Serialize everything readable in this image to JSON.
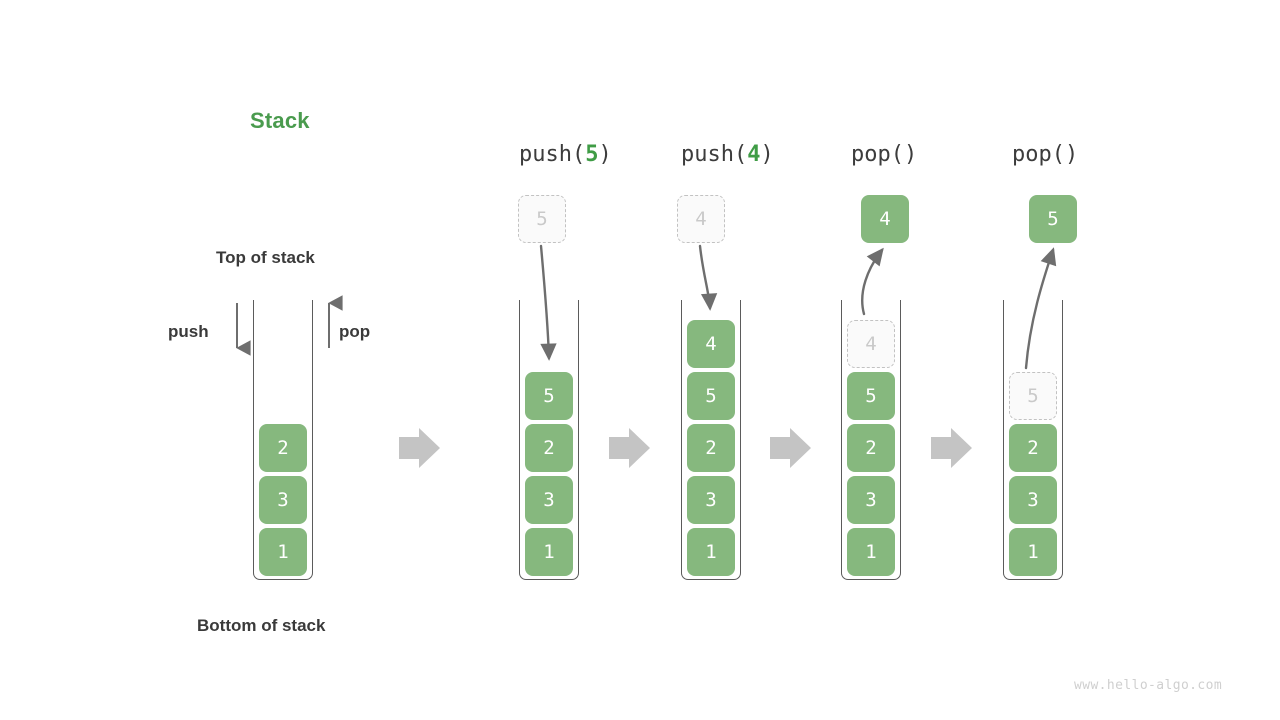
{
  "title": "Stack",
  "labels": {
    "top_of_stack": "Top of stack",
    "bottom_of_stack": "Bottom of stack",
    "push": "push",
    "pop": "pop"
  },
  "watermark": "www.hello-algo.com",
  "colors": {
    "accent_green": "#4a9b4e",
    "cell_green": "#86b87e",
    "cell_text": "#ffffff",
    "ghost_border": "#c2c2c2",
    "ghost_text": "#c9c9c9",
    "container_stroke": "#5b5b5b",
    "arrow_gray": "#6e6e6e",
    "transition_arrow": "#c4c4c4",
    "label_text": "#3a3a3a"
  },
  "operations": [
    {
      "prefix": "push(",
      "arg": "5",
      "suffix": ")"
    },
    {
      "prefix": "push(",
      "arg": "4",
      "suffix": ")"
    },
    {
      "prefix": "pop(",
      "arg": "",
      "suffix": ")"
    },
    {
      "prefix": "pop(",
      "arg": "",
      "suffix": ")"
    }
  ],
  "stacks": [
    {
      "name": "initial-stack",
      "cells": [
        {
          "value": "2",
          "state": "filled"
        },
        {
          "value": "3",
          "state": "filled"
        },
        {
          "value": "1",
          "state": "filled"
        }
      ],
      "external": null
    },
    {
      "name": "after-push-5",
      "cells": [
        {
          "value": "5",
          "state": "filled"
        },
        {
          "value": "2",
          "state": "filled"
        },
        {
          "value": "3",
          "state": "filled"
        },
        {
          "value": "1",
          "state": "filled"
        }
      ],
      "external": {
        "value": "5",
        "state": "ghost",
        "direction": "in"
      }
    },
    {
      "name": "after-push-4",
      "cells": [
        {
          "value": "4",
          "state": "filled"
        },
        {
          "value": "5",
          "state": "filled"
        },
        {
          "value": "2",
          "state": "filled"
        },
        {
          "value": "3",
          "state": "filled"
        },
        {
          "value": "1",
          "state": "filled"
        }
      ],
      "external": {
        "value": "4",
        "state": "ghost",
        "direction": "in"
      }
    },
    {
      "name": "after-pop-4",
      "cells": [
        {
          "value": "4",
          "state": "ghost"
        },
        {
          "value": "5",
          "state": "filled"
        },
        {
          "value": "2",
          "state": "filled"
        },
        {
          "value": "3",
          "state": "filled"
        },
        {
          "value": "1",
          "state": "filled"
        }
      ],
      "external": {
        "value": "4",
        "state": "filled",
        "direction": "out"
      }
    },
    {
      "name": "after-pop-5",
      "cells": [
        {
          "value": "5",
          "state": "ghost"
        },
        {
          "value": "2",
          "state": "filled"
        },
        {
          "value": "3",
          "state": "filled"
        },
        {
          "value": "1",
          "state": "filled"
        }
      ],
      "external": {
        "value": "5",
        "state": "filled",
        "direction": "out"
      }
    }
  ]
}
